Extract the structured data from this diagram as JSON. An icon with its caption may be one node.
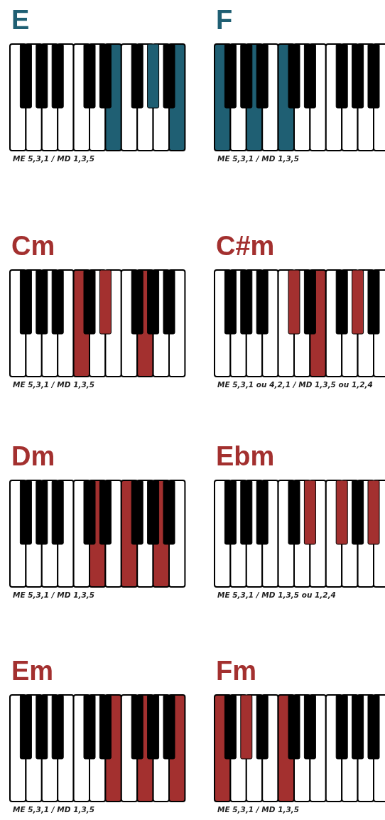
{
  "diagram": {
    "nodes": [
      {
        "text": [
          "E",
          "ME 5,3,1 / MD 1,3,5"
        ]
      },
      {
        "text": [
          "F",
          "ME 5,3,1 / MD 1,3,5"
        ]
      },
      {
        "text": [
          "Cm",
          "ME 5,3,1 / MD 1,3,5"
        ]
      },
      {
        "text": [
          "C#m",
          "ME 5,3,1 ou 4,2,1 / MD 1,3,5 ou 1,2,4"
        ]
      },
      {
        "text": [
          "Dm",
          "ME 5,3,1 / MD 1,3,5"
        ]
      },
      {
        "text": [
          "Ebm",
          "ME 5,3,1 / MD 1,3,5 ou 1,2,4"
        ]
      },
      {
        "text": [
          "Em",
          "ME 5,3,1 / MD 1,3,5"
        ]
      },
      {
        "text": [
          "Fm",
          "ME 5,3,1 / MD 1,3,5"
        ]
      }
    ]
  }
}
